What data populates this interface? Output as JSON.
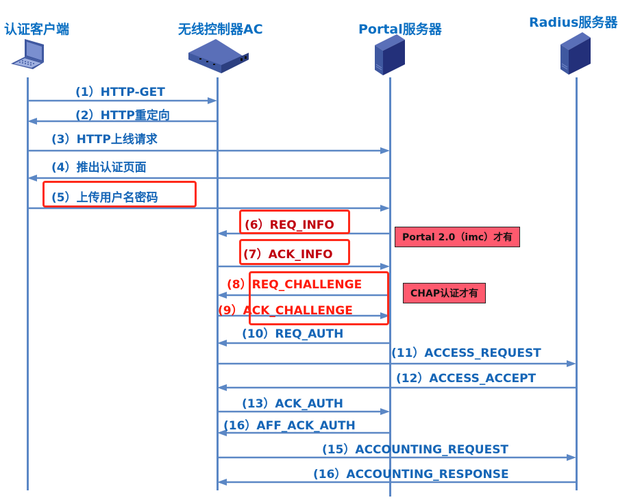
{
  "participants": [
    {
      "id": "client",
      "label": "认证客户端",
      "icon": "laptop-icon"
    },
    {
      "id": "ac",
      "label": "无线控制器AC",
      "icon": "router-icon"
    },
    {
      "id": "portal",
      "label": "Portal服务器",
      "icon": "server-icon"
    },
    {
      "id": "radius",
      "label": "Radius服务器",
      "icon": "server-icon"
    }
  ],
  "messages": [
    {
      "label": "(1）HTTP-GET",
      "from": "client",
      "to": "ac",
      "highlight": "none"
    },
    {
      "label": "(2）HTTP重定向",
      "from": "ac",
      "to": "client",
      "highlight": "none"
    },
    {
      "label": "(3）HTTP上线请求",
      "from": "client",
      "to": "portal",
      "highlight": "none"
    },
    {
      "label": "(4）推出认证页面",
      "from": "portal",
      "to": "client",
      "highlight": "none"
    },
    {
      "label": "(5）上传用户名密码",
      "from": "client",
      "to": "portal",
      "highlight": "boxed"
    },
    {
      "label": "(6）REQ_INFO",
      "from": "portal",
      "to": "ac",
      "highlight": "boxed-red-text"
    },
    {
      "label": "(7）ACK_INFO",
      "from": "ac",
      "to": "portal",
      "highlight": "boxed-red-text"
    },
    {
      "label": "(8）REQ_CHALLENGE",
      "from": "portal",
      "to": "ac",
      "highlight": "group-chap"
    },
    {
      "label": "(9）ACK_CHALLENGE",
      "from": "ac",
      "to": "portal",
      "highlight": "group-chap"
    },
    {
      "label": "(10）REQ_AUTH",
      "from": "portal",
      "to": "ac",
      "highlight": "none"
    },
    {
      "label": "(11）ACCESS_REQUEST",
      "from": "ac",
      "to": "radius",
      "highlight": "none"
    },
    {
      "label": "(12）ACCESS_ACCEPT",
      "from": "radius",
      "to": "ac",
      "highlight": "none"
    },
    {
      "label": "(13）ACK_AUTH",
      "from": "ac",
      "to": "portal",
      "highlight": "none"
    },
    {
      "label": "(16）AFF_ACK_AUTH",
      "from": "portal",
      "to": "ac",
      "highlight": "none"
    },
    {
      "label": "(15）ACCOUNTING_REQUEST",
      "from": "ac",
      "to": "radius",
      "highlight": "none"
    },
    {
      "label": "(16）ACCOUNTING_RESPONSE",
      "from": "radius",
      "to": "ac",
      "highlight": "none"
    }
  ],
  "notes": [
    {
      "label": "Portal 2.0（imc）才有",
      "applies_to": [
        "(6）REQ_INFO",
        "(7）ACK_INFO"
      ]
    },
    {
      "label": "CHAP认证才有",
      "applies_to": [
        "(8）REQ_CHALLENGE",
        "(9）ACK_CHALLENGE"
      ]
    }
  ],
  "colors": {
    "title": "#0a6fc2",
    "lifeline": "#5b87c5",
    "message_text": "#1565b6",
    "highlight_box": "#ff2a1a",
    "dark_red_text": "#c0000f",
    "bright_red_text": "#ff1a0a",
    "note_fill": "#ff5a6e",
    "device": "#3f58a0"
  }
}
